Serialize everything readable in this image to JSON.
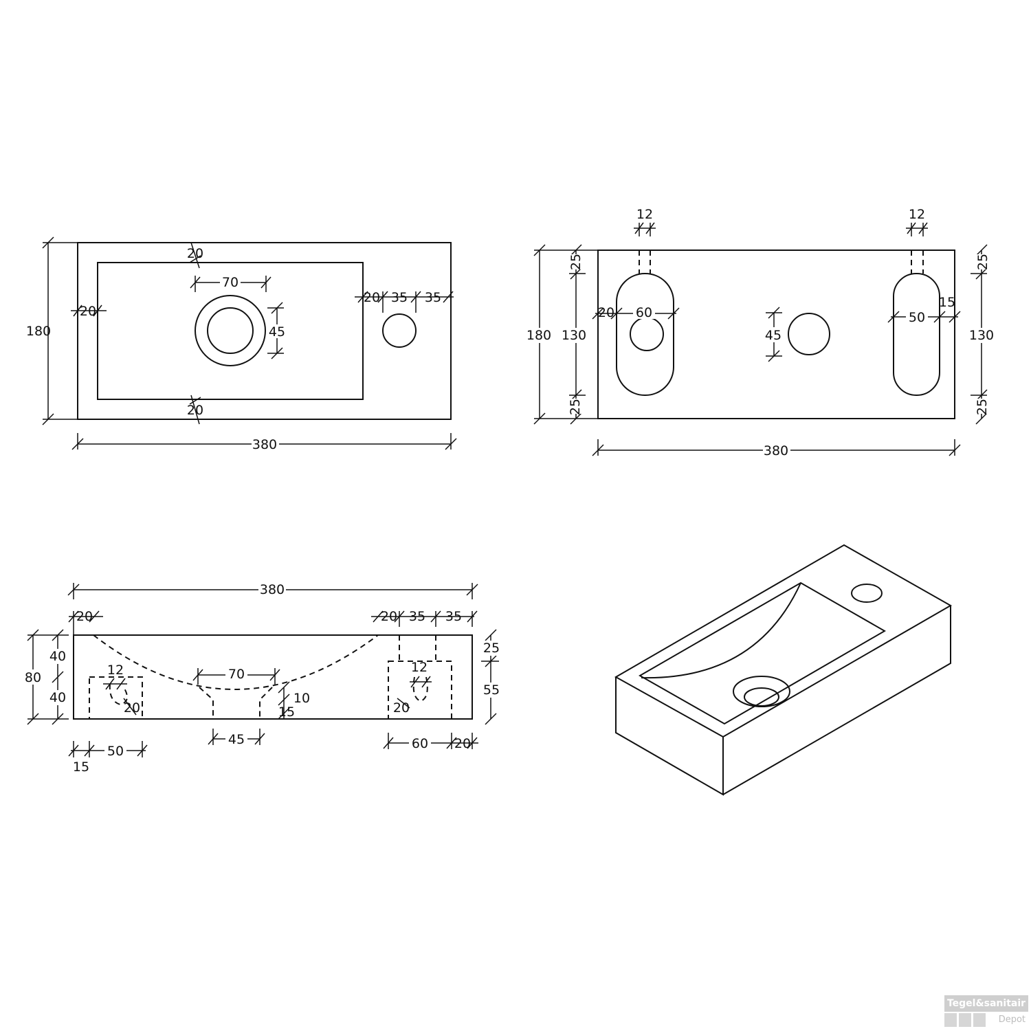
{
  "top_view": {
    "overall_width": "380",
    "overall_height": "180",
    "basin_border_top": "20",
    "basin_border_bottom": "20",
    "basin_border_left": "20",
    "basin_border_right": "20",
    "drain_outer": "70",
    "drain_inner": "45",
    "tap_hole_offset": "35",
    "tap_hole_edge": "35"
  },
  "bottom_view": {
    "overall_width": "380",
    "overall_height": "180",
    "mount_slot_left_edge": "20",
    "mount_slot_left_width": "60",
    "mount_slot_right_width": "50",
    "mount_slot_right_edge": "15",
    "anchor_hole_left": "12",
    "anchor_hole_right": "12",
    "drain_diameter": "45",
    "left_offset_top": "25",
    "left_inner_height": "130",
    "left_offset_bottom": "25",
    "right_offset_top": "25",
    "right_inner_height": "130",
    "right_offset_bottom": "25"
  },
  "section_view": {
    "overall_width": "380",
    "overall_height": "80",
    "height_upper": "40",
    "height_lower": "40",
    "left_edge": "20",
    "right_edge": "20",
    "tap_offset": "35",
    "tap_edge": "35",
    "drain_top": "70",
    "drain_bottom": "45",
    "drain_step": "10",
    "drain_base": "15",
    "right_top_height": "25",
    "right_lower_height": "55",
    "left_anchor": "12",
    "left_anchor_depth": "20",
    "right_anchor": "12",
    "right_anchor_depth": "20",
    "bottom_left_edge": "15",
    "bottom_left_width": "50",
    "bottom_right_width": "60",
    "bottom_right_edge": "20"
  },
  "watermark": {
    "brand": "Tegel&sanitair",
    "sub": "Depot"
  }
}
